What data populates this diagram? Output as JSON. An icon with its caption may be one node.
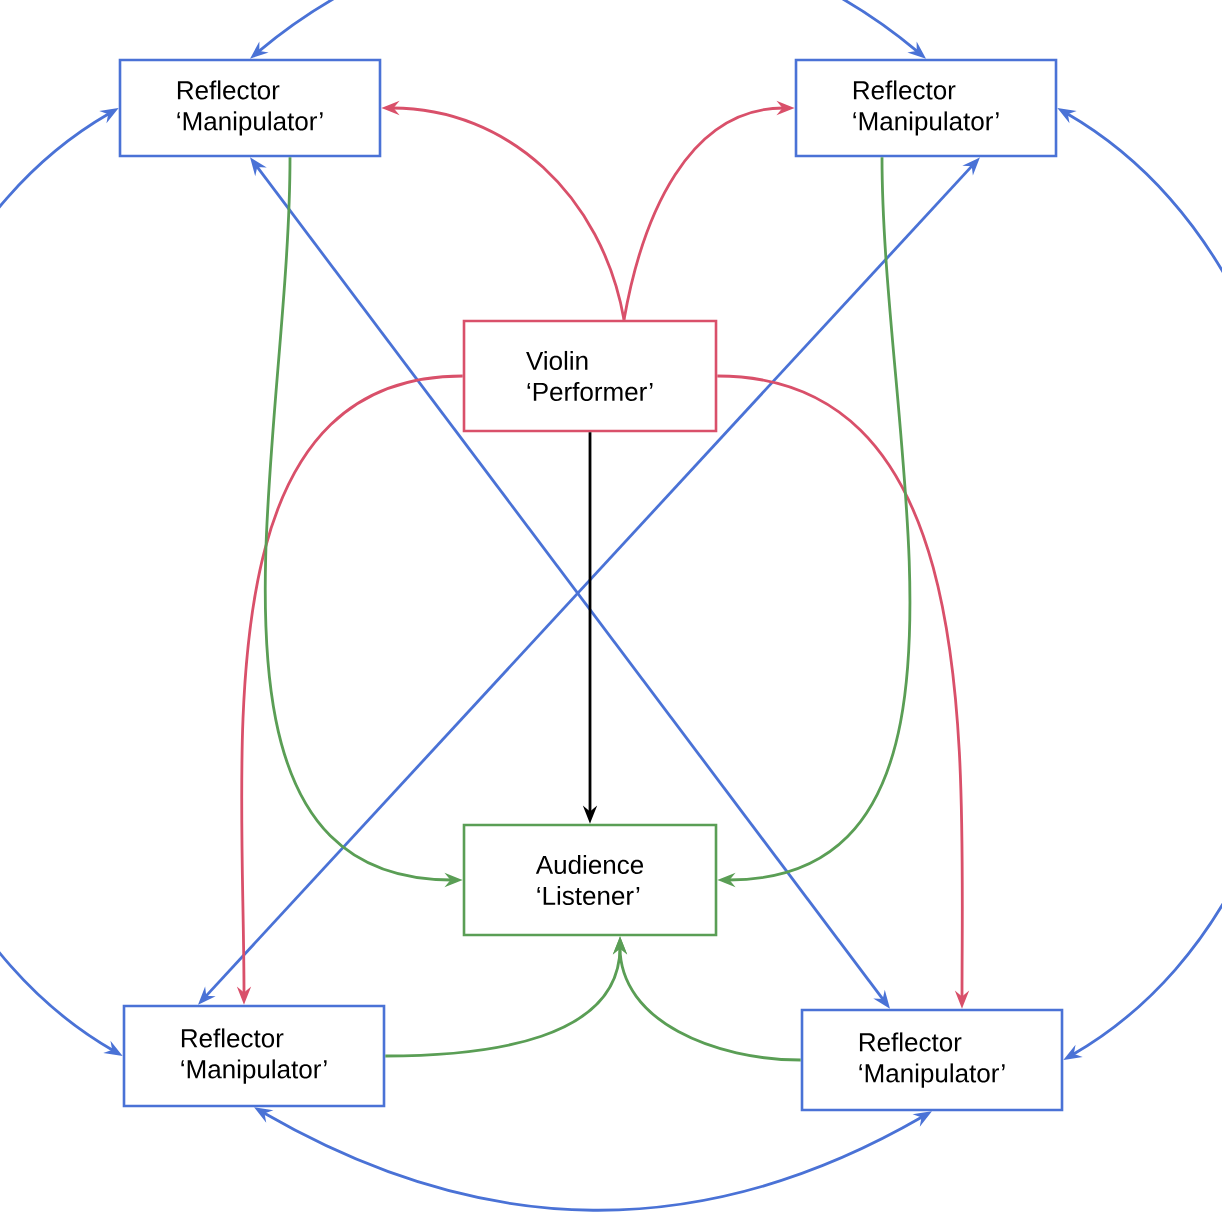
{
  "diagram": {
    "nodes": [
      {
        "text": [
          "Reflector",
          "‘Manipulator’"
        ]
      },
      {
        "text": [
          "Reflector",
          "‘Manipulator’"
        ]
      },
      {
        "text": [
          "Violin",
          "‘Performer’"
        ]
      },
      {
        "text": [
          "Audience",
          "‘Listener’"
        ]
      },
      {
        "text": [
          "Reflector",
          "‘Manipulator’"
        ]
      },
      {
        "text": [
          "Reflector",
          "‘Manipulator’"
        ]
      }
    ],
    "edges": [
      {
        "from": 0,
        "to": 1,
        "arrow": "both"
      },
      {
        "from": 0,
        "to": 4,
        "arrow": "both"
      },
      {
        "from": 1,
        "to": 5,
        "arrow": "both"
      },
      {
        "from": 4,
        "to": 5,
        "arrow": "both"
      },
      {
        "from": 0,
        "to": 5,
        "arrow": "both"
      },
      {
        "from": 4,
        "to": 1,
        "arrow": "both"
      },
      {
        "from": 2,
        "to": 0,
        "arrow": "to",
        "color": "#d9506a"
      },
      {
        "from": 2,
        "to": 1,
        "arrow": "to",
        "color": "#d9506a"
      },
      {
        "from": 2,
        "to": 4,
        "arrow": "to",
        "color": "#d9506a"
      },
      {
        "from": 2,
        "to": 5,
        "arrow": "to",
        "color": "#d9506a"
      },
      {
        "from": 0,
        "to": 3,
        "arrow": "to",
        "color": "#5a9e55"
      },
      {
        "from": 1,
        "to": 3,
        "arrow": "to",
        "color": "#5a9e55"
      },
      {
        "from": 4,
        "to": 3,
        "arrow": "to",
        "color": "#5a9e55"
      },
      {
        "from": 5,
        "to": 3,
        "arrow": "to",
        "color": "#5a9e55"
      },
      {
        "from": 2,
        "to": 3,
        "arrow": "to",
        "color": "#000000"
      }
    ]
  }
}
